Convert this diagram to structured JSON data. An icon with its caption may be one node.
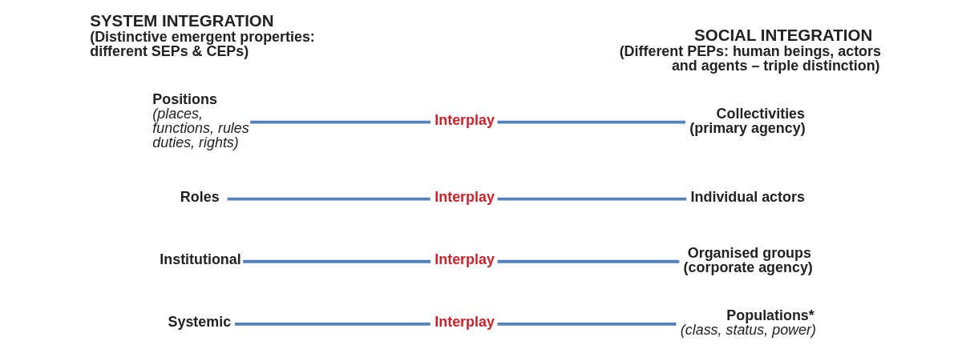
{
  "diagram": {
    "nodes": [
      {
        "text": [
          "Systemic"
        ]
      },
      {
        "text": [
          "Interplay"
        ]
      },
      {
        "text": [
          "Populations*",
          "(class, status, power)"
        ]
      },
      {
        "text": [
          "Institutional"
        ]
      },
      {
        "text": [
          "Interplay"
        ]
      },
      {
        "text": [
          "Organised groups",
          "(corporate agency)"
        ]
      },
      {
        "text": [
          "Roles"
        ]
      },
      {
        "text": [
          "Interplay"
        ]
      },
      {
        "text": [
          "Individual actors"
        ]
      },
      {
        "text": [
          "Positions",
          "(places, functions, rules duties, rights)"
        ]
      },
      {
        "text": [
          "Interplay"
        ]
      },
      {
        "text": [
          "Collectivities",
          "(primary agency)"
        ]
      }
    ],
    "edges": [
      {
        "from": 0,
        "to": 1,
        "arrow": "none"
      },
      {
        "from": 1,
        "to": 2,
        "arrow": "none"
      },
      {
        "from": 3,
        "to": 4,
        "arrow": "none"
      },
      {
        "from": 4,
        "to": 5,
        "arrow": "none"
      },
      {
        "from": 6,
        "to": 7,
        "arrow": "none"
      },
      {
        "from": 7,
        "to": 8,
        "arrow": "none"
      },
      {
        "from": 9,
        "to": 10,
        "arrow": "none"
      },
      {
        "from": 10,
        "to": 11,
        "arrow": "none"
      }
    ],
    "labels": [
      "SYSTEM INTEGRATION",
      "(Distinctive emergent properties: different SEPs & CEPs)",
      "SOCIAL INTEGRATION",
      "(Different PEPs: human beings, actors and agents – triple distinction)"
    ]
  }
}
